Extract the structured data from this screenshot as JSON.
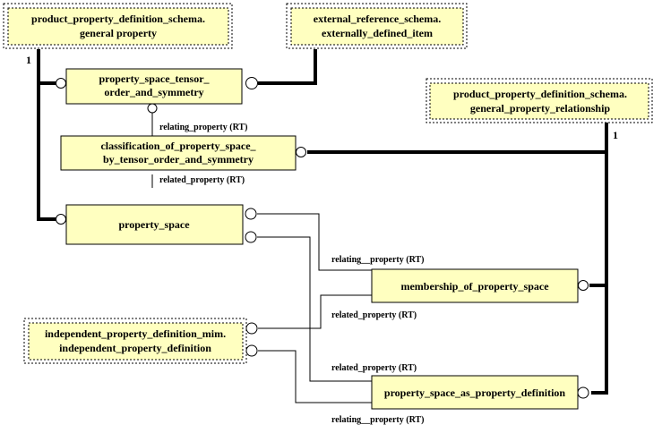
{
  "boxes": {
    "general_property": {
      "line1": "product_property_definition_schema.",
      "line2": "general property",
      "multiplicity": "1"
    },
    "externally_defined_item": {
      "line1": "external_reference_schema.",
      "line2": "externally_defined_item"
    },
    "tensor_order": {
      "line1": "property_space_tensor_",
      "line2": "order_and_symmetry"
    },
    "general_property_relationship": {
      "line1": "product_property_definition_schema.",
      "line2": "general_property_relationship",
      "multiplicity": "1"
    },
    "classification": {
      "line1": "classification_of_property_space_",
      "line2": "by_tensor_order_and_symmetry"
    },
    "property_space": {
      "label": "property_space"
    },
    "membership": {
      "label": "membership_of_property_space"
    },
    "independent_property_definition": {
      "line1": "independent_property_definition_mim.",
      "line2": "independent_property_definition"
    },
    "property_space_as_property_definition": {
      "label": "property_space_as_property_definition"
    }
  },
  "edge_labels": {
    "relating_property_top": "relating_property (RT)",
    "related_property_top": "related_property (RT)",
    "relating_property_membership": "relating__property (RT)",
    "related_property_membership": "related_property  (RT)",
    "related_property_bottom": "related_property  (RT)",
    "relating_property_bottom": "relating__property (RT)"
  },
  "colors": {
    "box_fill": "#ffffc0",
    "stroke": "#000000"
  }
}
